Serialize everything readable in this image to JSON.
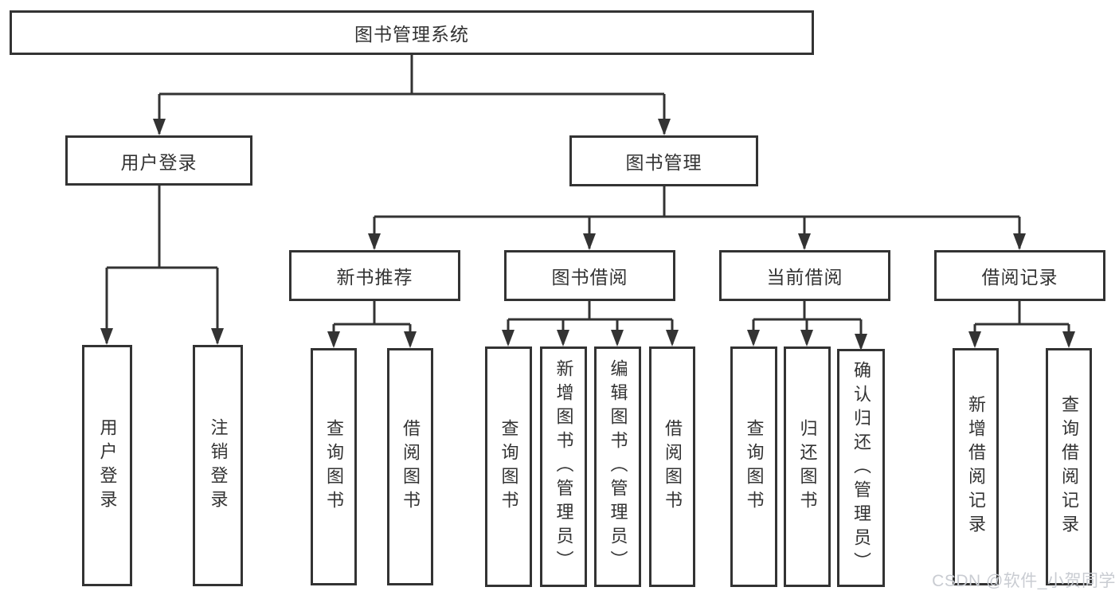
{
  "diagram": {
    "root": {
      "label": "图书管理系统"
    },
    "branches": [
      {
        "label": "用户登录",
        "children": [
          {
            "label": "用户登录"
          },
          {
            "label": "注销登录"
          }
        ]
      },
      {
        "label": "图书管理",
        "groups": [
          {
            "label": "新书推荐",
            "children": [
              {
                "label": "查询图书"
              },
              {
                "label": "借阅图书"
              }
            ]
          },
          {
            "label": "图书借阅",
            "children": [
              {
                "label": "查询图书"
              },
              {
                "label": "新增图书（管理员）"
              },
              {
                "label": "编辑图书（管理员）"
              },
              {
                "label": "借阅图书"
              }
            ]
          },
          {
            "label": "当前借阅",
            "children": [
              {
                "label": "查询图书"
              },
              {
                "label": "归还图书"
              },
              {
                "label": "确认归还（管理员）"
              }
            ]
          },
          {
            "label": "借阅记录",
            "children": [
              {
                "label": "新增借阅记录"
              },
              {
                "label": "查询借阅记录"
              }
            ]
          }
        ]
      }
    ]
  },
  "watermark": {
    "text": "CSDN @软件_小贺同学"
  },
  "colors": {
    "line": "#333333",
    "box_border": "#333333",
    "box_fill": "#ffffff",
    "text": "#333333",
    "watermark": "#c9ccd2"
  }
}
